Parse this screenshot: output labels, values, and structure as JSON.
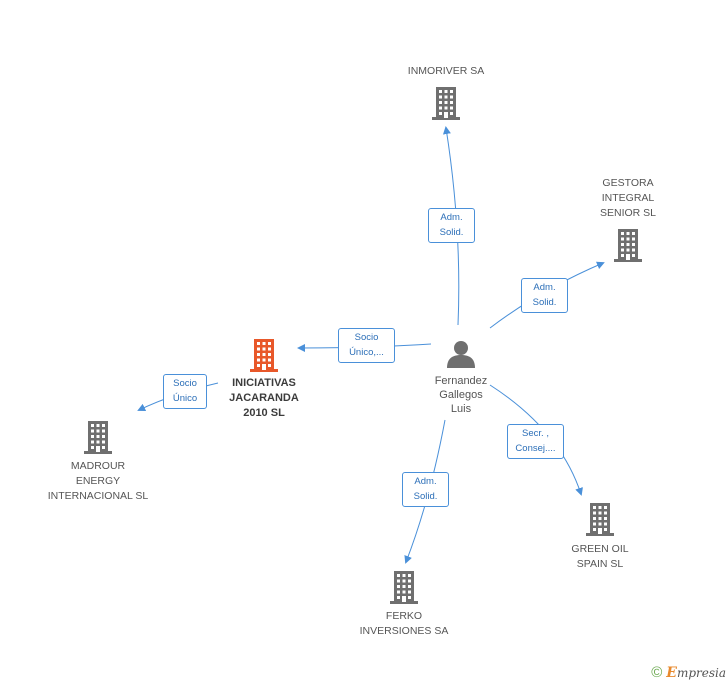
{
  "center_person": {
    "label": "Fernandez\nGallegos\nLuis",
    "icon": "person-icon"
  },
  "companies": [
    {
      "id": "inmoriver",
      "label": "INMORIVER SA",
      "icon": "building-icon",
      "color": "#6f6f6f"
    },
    {
      "id": "gestora",
      "label": "GESTORA\nINTEGRAL\nSENIOR SL",
      "icon": "building-icon",
      "color": "#6f6f6f"
    },
    {
      "id": "iniciativas",
      "label": "INICIATIVAS\nJACARANDA\n2010 SL",
      "icon": "building-icon",
      "color": "#e8582a",
      "highlight": true
    },
    {
      "id": "madrour",
      "label": "MADROUR\nENERGY\nINTERNACIONAL SL",
      "icon": "building-icon",
      "color": "#6f6f6f"
    },
    {
      "id": "greenoil",
      "label": "GREEN OIL\nSPAIN SL",
      "icon": "building-icon",
      "color": "#6f6f6f"
    },
    {
      "id": "ferko",
      "label": "FERKO\nINVERSIONES SA",
      "icon": "building-icon",
      "color": "#6f6f6f"
    }
  ],
  "relations": [
    {
      "from": "person",
      "to": "inmoriver",
      "label": "Adm.\nSolid."
    },
    {
      "from": "person",
      "to": "gestora",
      "label": "Adm.\nSolid."
    },
    {
      "from": "person",
      "to": "iniciativas",
      "label": "Socio\nÚnico,..."
    },
    {
      "from": "iniciativas",
      "to": "madrour",
      "label": "Socio\nÚnico"
    },
    {
      "from": "person",
      "to": "greenoil",
      "label": "Secr. ,\nConsej...."
    },
    {
      "from": "person",
      "to": "ferko",
      "label": "Adm.\nSolid."
    }
  ],
  "colors": {
    "edge": "#4a90d9",
    "building": "#6f6f6f",
    "highlight": "#e8582a"
  },
  "footer": {
    "copyright": "©",
    "brand_initial": "E",
    "brand_rest": "mpresia"
  }
}
